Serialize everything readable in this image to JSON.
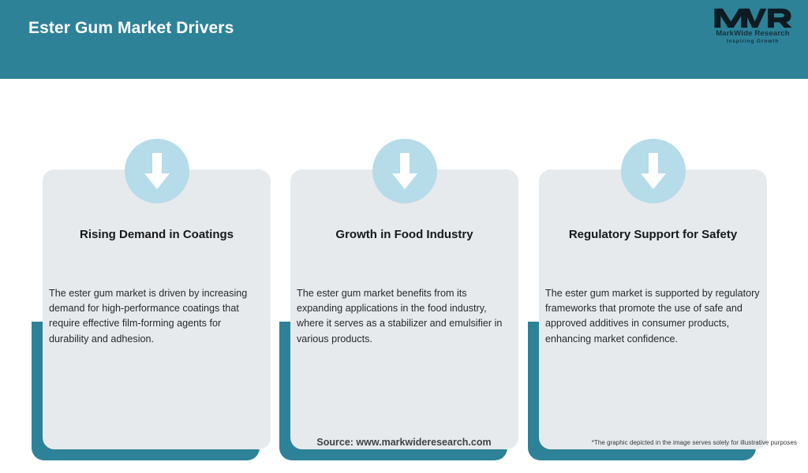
{
  "header": {
    "title": "Ester Gum Market Drivers",
    "background_color": "#2d8298",
    "logo": {
      "mark": "MWR",
      "name": "MarkWide Research",
      "tagline": "Inspiring Growth"
    }
  },
  "cards": [
    {
      "icon": "down-arrow-icon",
      "title": "Rising Demand in Coatings",
      "body": "The ester gum market is driven by increasing demand for high-performance coatings that require effective film-forming agents for durability and adhesion."
    },
    {
      "icon": "down-arrow-icon",
      "title": "Growth in Food Industry",
      "body": "The ester gum market benefits from its expanding applications in the food industry, where it serves as a stabilizer and emulsifier in various products."
    },
    {
      "icon": "down-arrow-icon",
      "title": "Regulatory Support for Safety",
      "body": "The ester gum market is supported by regulatory frameworks that promote the use of safe and approved additives in consumer products, enhancing market confidence."
    }
  ],
  "footer": {
    "source": "Source: www.markwideresearch.com",
    "disclaimer": "*The graphic depicted in the image serves solely for illustrative purposes"
  },
  "colors": {
    "accent_teal": "#2d8298",
    "card_gray": "#e7eaec",
    "icon_circle_blue": "#b6dbe9",
    "page_background": "#ffffff"
  }
}
